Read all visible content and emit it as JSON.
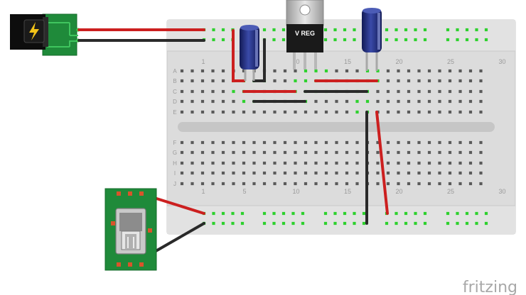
{
  "breadboard": {
    "column_numbers": [
      "1",
      "5",
      "10",
      "15",
      "20",
      "25",
      "30"
    ],
    "row_letters_top": [
      "A",
      "B",
      "C",
      "D",
      "E"
    ],
    "row_letters_bottom": [
      "F",
      "G",
      "H",
      "I",
      "J"
    ]
  },
  "regulator": {
    "label": "V REG"
  },
  "brand": {
    "text": "fritzing"
  },
  "colors": {
    "board": "#dcdcdc",
    "pcb": "#1f8a3a",
    "wire_red": "#cc1f1f",
    "wire_black": "#2a2a2a",
    "capacitor": "#1e2a78",
    "hole": "#5a5a5a",
    "connected_hole": "#2ed12e"
  }
}
